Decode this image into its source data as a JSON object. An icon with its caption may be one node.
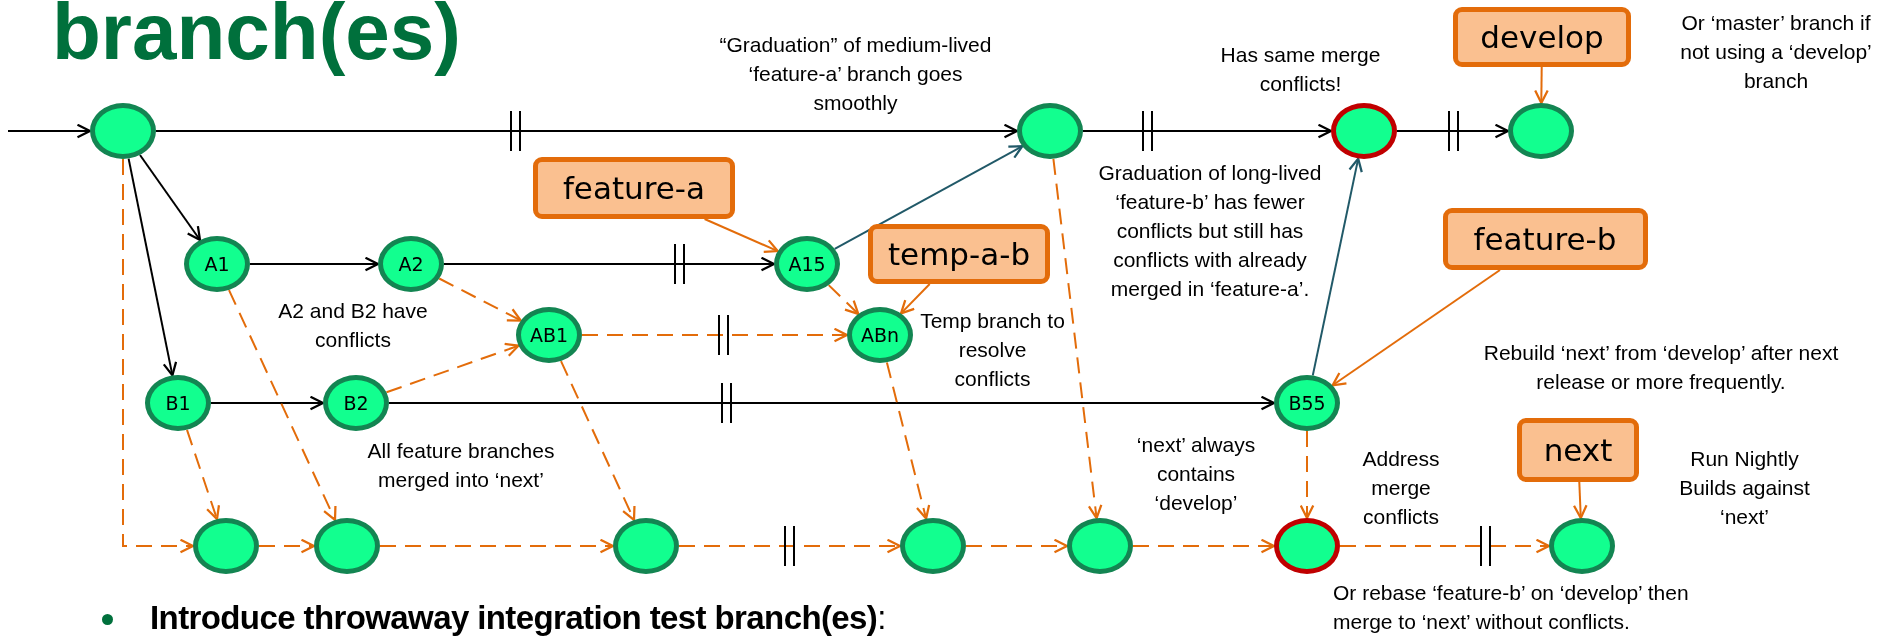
{
  "diagram": {
    "title": "branch(es)",
    "nodes": [
      {
        "text": [],
        "shape": "ellipse"
      },
      {
        "text": [],
        "shape": "ellipse"
      },
      {
        "text": [],
        "shape": "ellipse"
      },
      {
        "text": [],
        "shape": "ellipse"
      },
      {
        "text": [
          "A1"
        ]
      },
      {
        "text": [
          "A2"
        ]
      },
      {
        "text": [
          "A15"
        ]
      },
      {
        "text": [
          "AB1"
        ]
      },
      {
        "text": [
          "ABn"
        ]
      },
      {
        "text": [
          "B1"
        ]
      },
      {
        "text": [
          "B2"
        ]
      },
      {
        "text": [
          "B55"
        ]
      },
      {
        "text": [],
        "shape": "ellipse"
      },
      {
        "text": [],
        "shape": "ellipse"
      },
      {
        "text": [],
        "shape": "ellipse"
      },
      {
        "text": [],
        "shape": "ellipse"
      },
      {
        "text": [],
        "shape": "ellipse"
      },
      {
        "text": [],
        "shape": "ellipse"
      },
      {
        "text": [],
        "shape": "ellipse"
      },
      {
        "text": [
          "feature-a"
        ]
      },
      {
        "text": [
          "temp-a-b"
        ]
      },
      {
        "text": [
          "develop"
        ]
      },
      {
        "text": [
          "feature-b"
        ]
      },
      {
        "text": [
          "next"
        ]
      }
    ],
    "edges": [
      {
        "from": null,
        "to": 0,
        "arrow": "to",
        "color": "#000000"
      },
      {
        "from": 0,
        "to": 1,
        "arrow": "to",
        "color": "#000000"
      },
      {
        "from": 1,
        "to": 2,
        "arrow": "to",
        "color": "#000000"
      },
      {
        "from": 2,
        "to": 3,
        "arrow": "to",
        "color": "#000000"
      },
      {
        "from": 0,
        "to": 4,
        "arrow": "to",
        "color": "#000000"
      },
      {
        "from": 0,
        "to": 9,
        "arrow": "to",
        "color": "#000000"
      },
      {
        "from": 4,
        "to": 5,
        "arrow": "to",
        "color": "#000000"
      },
      {
        "from": 5,
        "to": 6,
        "arrow": "to",
        "color": "#000000"
      },
      {
        "from": 9,
        "to": 10,
        "arrow": "to",
        "color": "#000000"
      },
      {
        "from": 10,
        "to": 11,
        "arrow": "to",
        "color": "#000000"
      },
      {
        "from": 6,
        "to": 1,
        "arrow": "to",
        "color": "#215968"
      },
      {
        "from": 11,
        "to": 2,
        "arrow": "to",
        "color": "#215968"
      },
      {
        "from": 0,
        "to": 12,
        "arrow": "to",
        "style": "dashed"
      },
      {
        "from": 12,
        "to": 13,
        "arrow": "to",
        "style": "dashed"
      },
      {
        "from": 13,
        "to": 14,
        "arrow": "to",
        "style": "dashed"
      },
      {
        "from": 14,
        "to": 15,
        "arrow": "to",
        "style": "dashed"
      },
      {
        "from": 15,
        "to": 16,
        "arrow": "to",
        "style": "dashed"
      },
      {
        "from": 16,
        "to": 17,
        "arrow": "to",
        "style": "dashed"
      },
      {
        "from": 17,
        "to": 18,
        "arrow": "to",
        "style": "dashed"
      },
      {
        "from": 9,
        "to": 12,
        "arrow": "to",
        "style": "dashed"
      },
      {
        "from": 4,
        "to": 13,
        "arrow": "to",
        "style": "dashed"
      },
      {
        "from": 5,
        "to": 7,
        "arrow": "to",
        "style": "dashed"
      },
      {
        "from": 10,
        "to": 7,
        "arrow": "to",
        "style": "dashed"
      },
      {
        "from": 7,
        "to": 8,
        "arrow": "to",
        "style": "dashed"
      },
      {
        "from": 7,
        "to": 14,
        "arrow": "to",
        "style": "dashed"
      },
      {
        "from": 6,
        "to": 8,
        "arrow": "to",
        "style": "dashed"
      },
      {
        "from": 8,
        "to": 15,
        "arrow": "to",
        "style": "dashed"
      },
      {
        "from": 1,
        "to": 16,
        "arrow": "to",
        "style": "dashed"
      },
      {
        "from": 11,
        "to": 17,
        "arrow": "to",
        "style": "dashed"
      },
      {
        "from": 19,
        "to": 6,
        "arrow": "to"
      },
      {
        "from": 20,
        "to": 8,
        "arrow": "to"
      },
      {
        "from": 21,
        "to": 3,
        "arrow": "to"
      },
      {
        "from": 22,
        "to": 11,
        "arrow": "to"
      },
      {
        "from": 23,
        "to": 18,
        "arrow": "to"
      }
    ],
    "labels": [
      "“Graduation” of medium-lived ‘feature-a’ branch goes smoothly",
      "Has same merge conflicts!",
      "Or ‘master’ branch if not using a ‘develop’ branch",
      "Graduation of long-lived ‘feature-b’ has fewer conflicts but still has conflicts with already merged in ‘feature-a’.",
      "A2 and B2 have conflicts",
      "Temp branch to resolve conflicts",
      "All feature branches merged into ‘next’",
      "Rebuild ‘next’ from ‘develop’ after next release or more frequently.",
      "‘next’ always contains ‘develop’",
      "Address merge conflicts",
      "Run Nightly Builds against ‘next’",
      "Or rebase ‘feature-b’ on ‘develop’ then merge to ‘next’ without conflicts.",
      "**Introduce throwaway integration test branch(es)**:"
    ]
  }
}
